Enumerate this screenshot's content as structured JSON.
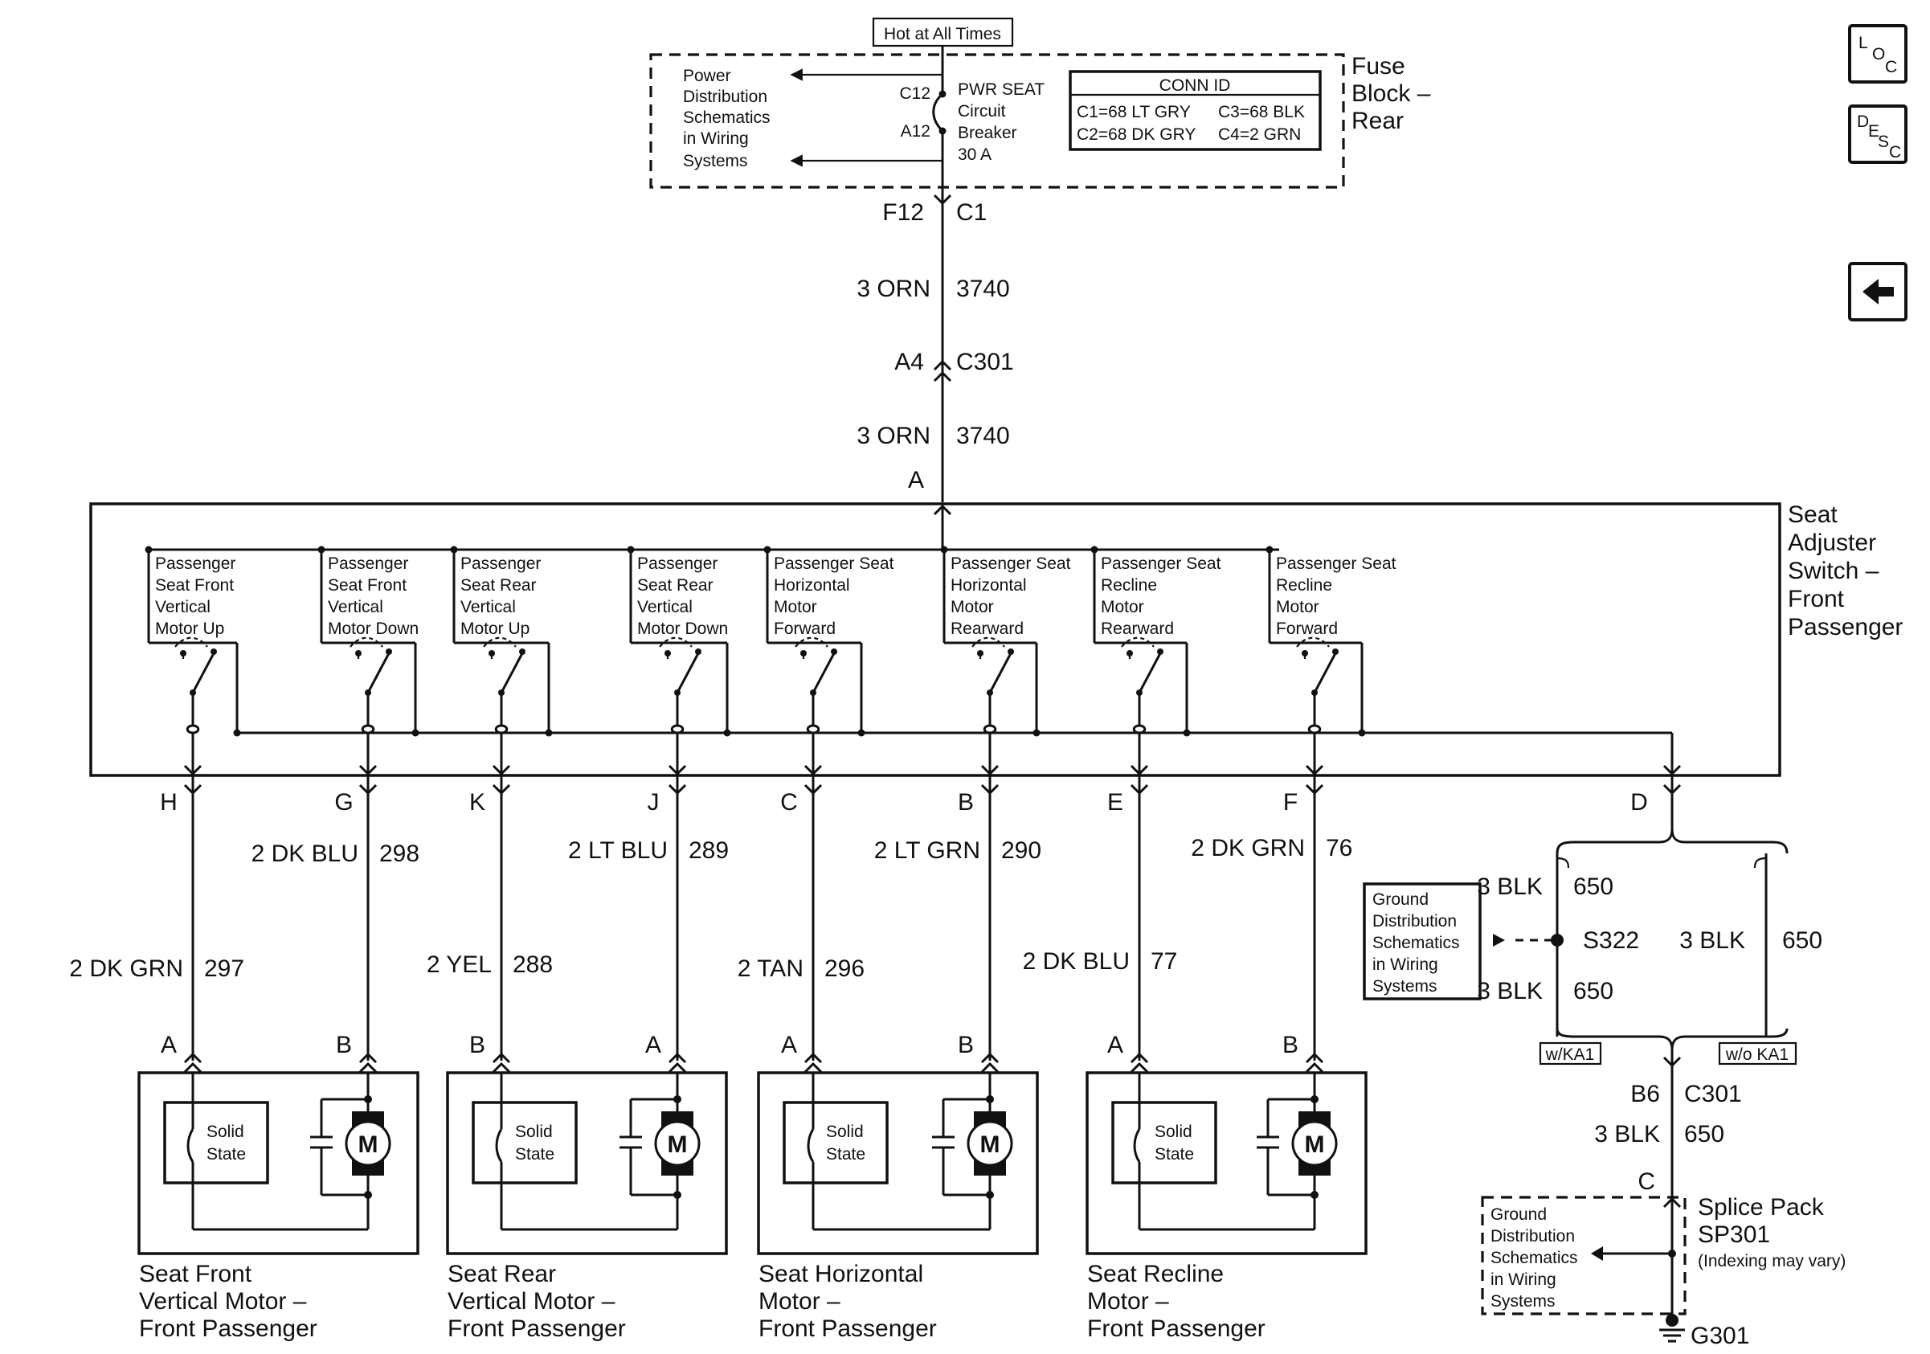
{
  "header": {
    "hot_label": "Hot at All Times"
  },
  "fuse_block": {
    "name": "Fuse Block – Rear",
    "name_lines": [
      "Fuse",
      "Block –",
      "Rear"
    ],
    "power_dist_lines": [
      "Power",
      "Distribution",
      "Schematics",
      "in Wiring",
      "Systems"
    ],
    "breaker_lines": [
      "PWR SEAT",
      "Circuit",
      "Breaker",
      "30 A"
    ],
    "pin_top": "C12",
    "pin_bottom": "A12",
    "conn_id": {
      "title": "CONN ID",
      "rows": [
        "C1=68 LT GRY",
        "C3=68 BLK",
        "C2=68 DK GRY",
        "C4=2 GRN"
      ]
    }
  },
  "feed": {
    "conn_pin": "F12",
    "conn_name": "C1",
    "wire1_color": "3 ORN",
    "wire1_circuit": "3740",
    "c301_pin": "A4",
    "c301_name": "C301",
    "wire2_color": "3 ORN",
    "wire2_circuit": "3740",
    "switch_pin": "A"
  },
  "switch": {
    "name_lines": [
      "Seat",
      "Adjuster",
      "Switch –",
      "Front",
      "Passenger"
    ],
    "contacts": [
      {
        "lines": [
          "Passenger",
          "Seat Front",
          "Vertical",
          "Motor Up"
        ]
      },
      {
        "lines": [
          "Passenger",
          "Seat Front",
          "Vertical",
          "Motor Down"
        ]
      },
      {
        "lines": [
          "Passenger",
          "Seat Rear",
          "Vertical",
          "Motor Up"
        ]
      },
      {
        "lines": [
          "Passenger",
          "Seat Rear",
          "Vertical",
          "Motor Down"
        ]
      },
      {
        "lines": [
          "Passenger Seat",
          "Horizontal",
          "Motor",
          "Forward"
        ]
      },
      {
        "lines": [
          "Passenger Seat",
          "Horizontal",
          "Motor",
          "Rearward"
        ]
      },
      {
        "lines": [
          "Passenger Seat",
          "Recline",
          "Motor",
          "Rearward"
        ]
      },
      {
        "lines": [
          "Passenger Seat",
          "Recline",
          "Motor",
          "Forward"
        ]
      }
    ],
    "output_pins": [
      "H",
      "G",
      "K",
      "J",
      "C",
      "B",
      "E",
      "F"
    ],
    "ground_pin": "D"
  },
  "wires": [
    {
      "color": "2 DK GRN",
      "circuit": "297"
    },
    {
      "color": "2 DK BLU",
      "circuit": "298"
    },
    {
      "color": "2 YEL",
      "circuit": "288"
    },
    {
      "color": "2 LT BLU",
      "circuit": "289"
    },
    {
      "color": "2 TAN",
      "circuit": "296"
    },
    {
      "color": "2 LT GRN",
      "circuit": "290"
    },
    {
      "color": "2 DK BLU",
      "circuit": "77"
    },
    {
      "color": "2 DK GRN",
      "circuit": "76"
    }
  ],
  "motors": [
    {
      "pins": [
        "A",
        "B"
      ],
      "solid_state": [
        "Solid",
        "State"
      ],
      "symbol": "M",
      "name_lines": [
        "Seat Front",
        "Vertical Motor –",
        "Front Passenger"
      ]
    },
    {
      "pins": [
        "B",
        "A"
      ],
      "solid_state": [
        "Solid",
        "State"
      ],
      "symbol": "M",
      "name_lines": [
        "Seat Rear",
        "Vertical Motor –",
        "Front Passenger"
      ]
    },
    {
      "pins": [
        "A",
        "B"
      ],
      "solid_state": [
        "Solid",
        "State"
      ],
      "symbol": "M",
      "name_lines": [
        "Seat Horizontal",
        "Motor –",
        "Front Passenger"
      ]
    },
    {
      "pins": [
        "A",
        "B"
      ],
      "solid_state": [
        "Solid",
        "State"
      ],
      "symbol": "M",
      "name_lines": [
        "Seat Recline",
        "Motor –",
        "Front Passenger"
      ]
    }
  ],
  "ground": {
    "dist_lines": [
      "Ground",
      "Distribution",
      "Schematics",
      "in Wiring",
      "Systems"
    ],
    "top_color": "3 BLK",
    "top_circuit": "650",
    "splice": "S322",
    "bottom_color": "3 BLK",
    "bottom_circuit": "650",
    "right_color": "3 BLK",
    "right_circuit": "650",
    "option_with": "w/KA1",
    "option_without": "w/o KA1",
    "c301_pin": "B6",
    "c301_name": "C301",
    "wire_color": "3 BLK",
    "wire_circuit": "650",
    "splice_pin": "C",
    "splice_pack_lines": [
      "Splice Pack",
      "SP301"
    ],
    "splice_pack_note": "(Indexing may vary)",
    "dist2_lines": [
      "Ground",
      "Distribution",
      "Schematics",
      "in Wiring",
      "Systems"
    ],
    "ground_point": "G301"
  },
  "nav": {
    "loc": [
      "L",
      "O",
      "C"
    ],
    "desc": [
      "D",
      "E",
      "S",
      "C"
    ],
    "back_icon": "left-arrow-icon"
  }
}
